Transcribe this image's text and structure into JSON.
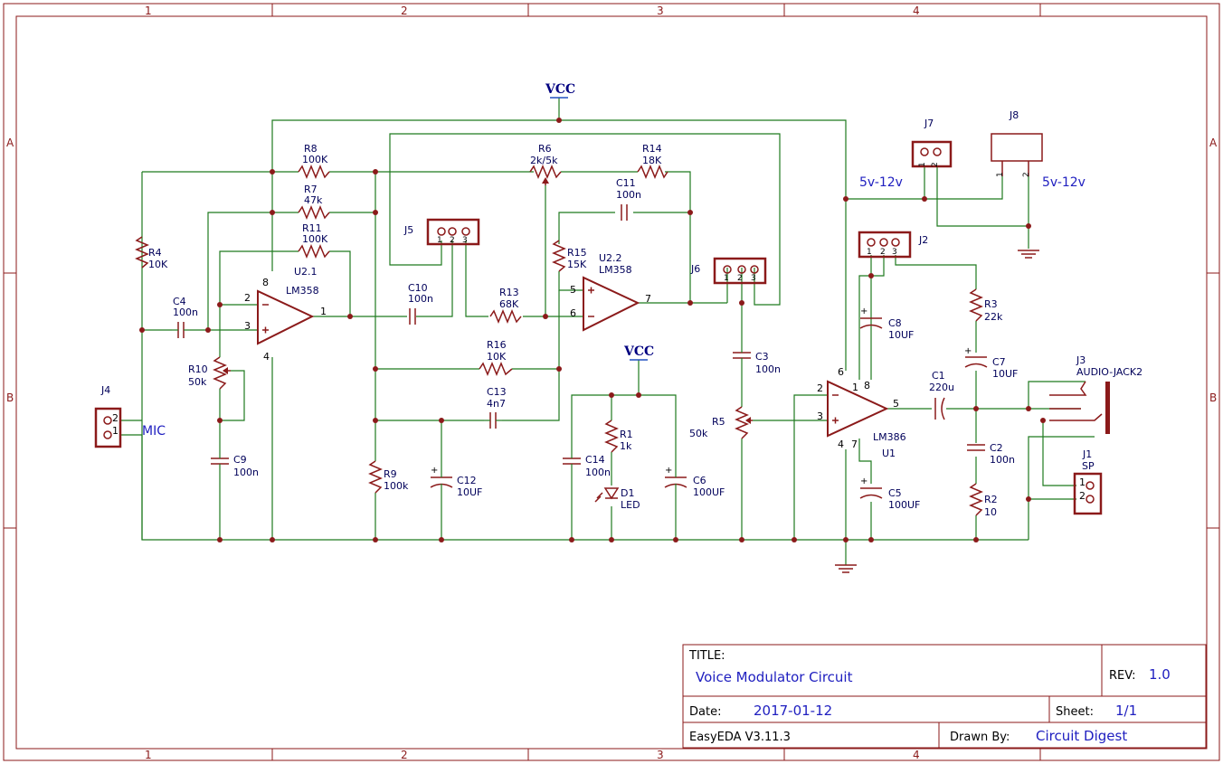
{
  "frame": {
    "columns": [
      "1",
      "2",
      "3",
      "4"
    ],
    "rows": [
      "A",
      "B"
    ]
  },
  "power": {
    "vcc_top": "VCC",
    "vcc_mid": "VCC"
  },
  "components": {
    "R8": {
      "ref": "R8",
      "value": "100K"
    },
    "R7": {
      "ref": "R7",
      "value": "47k"
    },
    "R11": {
      "ref": "R11",
      "value": "100K"
    },
    "R4": {
      "ref": "R4",
      "value": "10K"
    },
    "C4": {
      "ref": "C4",
      "value": "100n"
    },
    "U21": {
      "ref": "U2.1",
      "value": "LM358"
    },
    "R10": {
      "ref": "R10",
      "value": "50k"
    },
    "C9": {
      "ref": "C9",
      "value": "100n"
    },
    "J4": {
      "ref": "J4",
      "label": "MIC"
    },
    "J5": {
      "ref": "J5"
    },
    "C10": {
      "ref": "C10",
      "value": "100n"
    },
    "R6": {
      "ref": "R6",
      "value": "2k/5k"
    },
    "R14": {
      "ref": "R14",
      "value": "18K"
    },
    "C11": {
      "ref": "C11",
      "value": "100n"
    },
    "R15": {
      "ref": "R15",
      "value": "15K"
    },
    "U22": {
      "ref": "U2.2",
      "value": "LM358"
    },
    "R13": {
      "ref": "R13",
      "value": "68K"
    },
    "R16": {
      "ref": "R16",
      "value": "10K"
    },
    "C13": {
      "ref": "C13",
      "value": "4n7"
    },
    "R9": {
      "ref": "R9",
      "value": "100k"
    },
    "C12": {
      "ref": "C12",
      "value": "10UF"
    },
    "R1": {
      "ref": "R1",
      "value": "1k"
    },
    "C14": {
      "ref": "C14",
      "value": "100n"
    },
    "D1": {
      "ref": "D1",
      "value": "LED"
    },
    "C6": {
      "ref": "C6",
      "value": "100UF"
    },
    "J6": {
      "ref": "J6"
    },
    "C3": {
      "ref": "C3",
      "value": "100n"
    },
    "R5": {
      "ref": "R5",
      "value": "50k"
    },
    "J7": {
      "ref": "J7"
    },
    "J8": {
      "ref": "J8"
    },
    "supply_left": "5v-12v",
    "supply_right": "5v-12v",
    "J2": {
      "ref": "J2"
    },
    "C8": {
      "ref": "C8",
      "value": "10UF"
    },
    "U1": {
      "ref": "U1",
      "value": "LM386"
    },
    "C5": {
      "ref": "C5",
      "value": "100UF"
    },
    "C1": {
      "ref": "C1",
      "value": "220u"
    },
    "R3": {
      "ref": "R3",
      "value": "22k"
    },
    "C7": {
      "ref": "C7",
      "value": "10UF"
    },
    "C2": {
      "ref": "C2",
      "value": "100n"
    },
    "R2": {
      "ref": "R2",
      "value": "10"
    },
    "J3": {
      "ref": "J3",
      "value": "AUDIO-JACK2"
    },
    "J1": {
      "ref": "J1",
      "value": "SP"
    }
  },
  "pins": {
    "u21": [
      "8",
      "2",
      "3",
      "1",
      "4"
    ],
    "u22": [
      "5",
      "6",
      "7"
    ],
    "u1": [
      "6",
      "1",
      "8",
      "2",
      "3",
      "5",
      "4",
      "7"
    ],
    "j4": [
      "2",
      "1"
    ],
    "j5": [
      "1",
      "2",
      "3"
    ],
    "j6": [
      "1",
      "2",
      "3"
    ],
    "j7": [
      "1",
      "2"
    ],
    "j8": [
      "1",
      "2"
    ],
    "j2": [
      "1",
      "2",
      "3"
    ],
    "j1": [
      "1",
      "2"
    ]
  },
  "title_block": {
    "title_label": "TITLE:",
    "title": "Voice Modulator Circuit",
    "rev_label": "REV:",
    "rev": "1.0",
    "date_label": "Date:",
    "date": "2017-01-12",
    "sheet_label": "Sheet:",
    "sheet": "1/1",
    "tool": "EasyEDA V3.11.3",
    "drawn_by_label": "Drawn By:",
    "drawn_by": "Circuit Digest"
  }
}
